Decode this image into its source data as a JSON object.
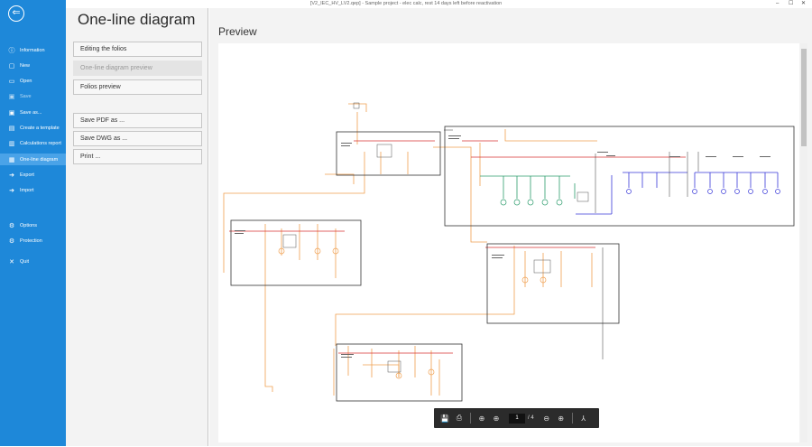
{
  "window": {
    "title": "[V2_IEC_HV_LV2.qep] - Sample project - elec calc, rest 14 days left before reactivation",
    "minimize": "–",
    "maximize": "☐",
    "close": "✕"
  },
  "sidebar": {
    "back": "⇐",
    "items": [
      {
        "label": "Information",
        "icon": "ⓘ"
      },
      {
        "label": "New",
        "icon": "▢"
      },
      {
        "label": "Open",
        "icon": "▭"
      },
      {
        "label": "Save",
        "icon": "▣"
      },
      {
        "label": "Save as...",
        "icon": "▣"
      },
      {
        "label": "Create a template",
        "icon": "▤"
      },
      {
        "label": "Calculations report",
        "icon": "▥"
      },
      {
        "label": "One-line diagram",
        "icon": "▦"
      },
      {
        "label": "Export",
        "icon": "➔"
      },
      {
        "label": "Import",
        "icon": "➔"
      },
      {
        "label": "Options",
        "icon": "⚙"
      },
      {
        "label": "Protection",
        "icon": "⚙"
      },
      {
        "label": "Quit",
        "icon": "✕"
      }
    ]
  },
  "panel": {
    "title": "One-line diagram",
    "buttons": [
      "Editing the folios",
      "One-line diagram preview",
      "Folios preview"
    ],
    "export_buttons": [
      "Save PDF as ...",
      "Save DWG as ...",
      "Print ..."
    ]
  },
  "preview": {
    "title": "Preview",
    "toolbar": {
      "save": "💾",
      "print": "⎙",
      "prev": "⊕",
      "next": "⊕",
      "page": "1",
      "total": "/ 4",
      "zoom_out": "⊖",
      "zoom_in": "⊕",
      "acrobat": "⅄"
    }
  }
}
